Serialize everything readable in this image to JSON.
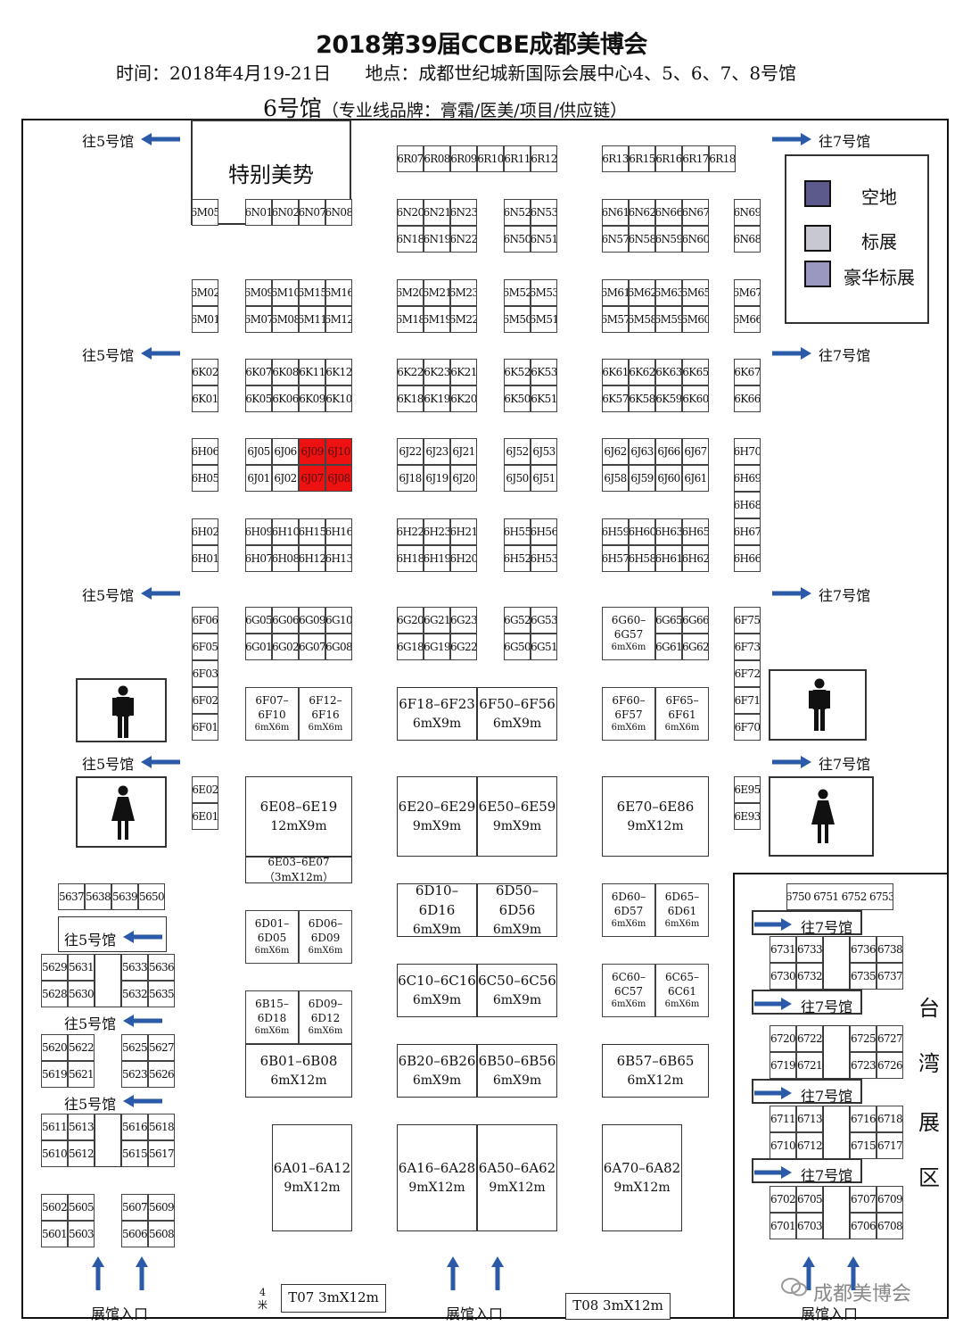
{
  "header": {
    "title": "2018第39届CCBE成都美博会",
    "time_label": "时间：2018年4月19-21日",
    "place_label": "地点：成都世纪城新国际会展中心4、5、6、7、8号馆",
    "hall": "6号馆",
    "hall_note": "（专业线品牌：膏霜/医美/项目/供应链）"
  },
  "directions": {
    "to5": "往5号馆",
    "to7": "往7号馆"
  },
  "special_area": "特别美势",
  "legend": {
    "empty": "空地",
    "standard": "标展",
    "deluxe": "豪华标展",
    "colors": {
      "empty": "#5c5a8c",
      "standard": "#c8c8d0",
      "deluxe": "#9a98c0",
      "reserved": "#ee1111"
    }
  },
  "taiwan_label": [
    "台",
    "湾",
    "展",
    "区"
  ],
  "entrance": "展馆入口",
  "corridor_width": [
    "4",
    "米"
  ],
  "watermark": "成都美博会",
  "icons": {
    "restroom_male": "male-restroom-icon",
    "restroom_female": "female-restroom-icon",
    "arrow": "arrow-icon",
    "wechat": "wechat-icon"
  },
  "grid": {
    "r1": [
      "6R07",
      "6R08",
      "6R09",
      "6R10",
      "6R11",
      "6R12",
      "6R13",
      "6R15",
      "6R16",
      "6R17",
      "6R18"
    ],
    "n_top": [
      "6M05",
      "6N01",
      "6N02",
      "6N07",
      "6N08",
      "6N20",
      "6N21",
      "6N23",
      "6N52",
      "6N53",
      "6N61",
      "6N62",
      "6N66",
      "6N67",
      "6N69"
    ],
    "n_bot": [
      "6N18",
      "6N19",
      "6N22",
      "6N50",
      "6N51",
      "6N57",
      "6N58",
      "6N59",
      "6N60",
      "6N68"
    ],
    "m_top": [
      "6M02",
      "6M09",
      "6M10",
      "6M15",
      "6M16",
      "6M20",
      "6M21",
      "6M23",
      "6M52",
      "6M53",
      "6M61",
      "6M62",
      "6M63",
      "6M65",
      "6M67"
    ],
    "m_bot": [
      "6M01",
      "6M07",
      "6M08",
      "6M11",
      "6M12",
      "6M18",
      "6M19",
      "6M22",
      "6M50",
      "6M51",
      "6M57",
      "6M58",
      "6M59",
      "6M60",
      "6M66"
    ],
    "k_top": [
      "6K02",
      "6K07",
      "6K08",
      "6K11",
      "6K12",
      "6K22",
      "6K23",
      "6K21",
      "6K52",
      "6K53",
      "6K61",
      "6K62",
      "6K63",
      "6K65",
      "6K67"
    ],
    "k_bot": [
      "6K01",
      "6K05",
      "6K06",
      "6K09",
      "6K10",
      "6K18",
      "6K19",
      "6K20",
      "6K50",
      "6K51",
      "6K57",
      "6K58",
      "6K59",
      "6K60",
      "6K66"
    ],
    "j_top": [
      "6H06",
      "6J05",
      "6J06",
      "6J09",
      "6J10",
      "6J22",
      "6J23",
      "6J21",
      "6J52",
      "6J53",
      "6J62",
      "6J63",
      "6J66",
      "6J67",
      "6H70"
    ],
    "j_bot": [
      "6H05",
      "6J01",
      "6J02",
      "6J07",
      "6J08",
      "6J18",
      "6J19",
      "6J20",
      "6J50",
      "6J51",
      "6J58",
      "6J59",
      "6J60",
      "6J61",
      "6H69"
    ],
    "h_extra": [
      "6H68"
    ],
    "h_top": [
      "6H02",
      "6H09",
      "6H10",
      "6H15",
      "6H16",
      "6H22",
      "6H23",
      "6H21",
      "6H55",
      "6H56",
      "6H59",
      "6H60",
      "6H63",
      "6H65",
      "6H67"
    ],
    "h_bot": [
      "6H01",
      "6H07",
      "6H08",
      "6H12",
      "6H13",
      "6H18",
      "6H19",
      "6H20",
      "6H52",
      "6H53",
      "6H57",
      "6H58",
      "6H61",
      "6H62",
      "6H66"
    ],
    "g_top": [
      "6F06",
      "6G05",
      "6G06",
      "6G09",
      "6G10",
      "6G20",
      "6G21",
      "6G23",
      "6G52",
      "6G53",
      "6G65",
      "6G66",
      "6F75"
    ],
    "g_bot": [
      "6F05",
      "6G01",
      "6G02",
      "6G07",
      "6G08",
      "6G18",
      "6G19",
      "6G22",
      "6G50",
      "6G51",
      "6G61",
      "6G62",
      "6F73"
    ],
    "f_col_left": [
      "6F03",
      "6F02",
      "6F01"
    ],
    "f_col_right": [
      "6F72",
      "6F71",
      "6F70"
    ],
    "e_left": [
      "6E02",
      "6E01"
    ],
    "e_right": [
      "6E95",
      "6E93"
    ]
  },
  "medium": {
    "g_mid": [
      "6G60–",
      "6G57",
      "6mX6m"
    ],
    "f1": [
      "6F07–",
      "6F10",
      "6mX6m"
    ],
    "f2": [
      "6F12–",
      "6F16",
      "6mX6m"
    ],
    "f3": [
      "6F60–",
      "6F57",
      "6mX6m"
    ],
    "f4": [
      "6F65–",
      "6F61",
      "6mX6m"
    ],
    "d1": [
      "6D01–",
      "6D05",
      "6mX6m"
    ],
    "d2": [
      "6D06–",
      "6D09",
      "6mX6m"
    ],
    "d3": [
      "6D60–",
      "6D57",
      "6mX6m"
    ],
    "d4": [
      "6D65–",
      "6D61",
      "6mX6m"
    ],
    "c3": [
      "6C60–",
      "6C57",
      "6mX6m"
    ],
    "c4": [
      "6C65–",
      "6C61",
      "6mX6m"
    ],
    "b1": [
      "6B15–",
      "6D18",
      "6mX6m"
    ],
    "b2": [
      "6D09–",
      "6D12",
      "6mX6m"
    ]
  },
  "large": {
    "f18": [
      "6F18–6F23",
      "6mX9m"
    ],
    "f50": [
      "6F50–6F56",
      "6mX9m"
    ],
    "e08": [
      "6E08–6E19",
      "12mX9m"
    ],
    "e03": "6E03–6E07（3mX12m）",
    "e20": [
      "6E20–6E29",
      "9mX9m"
    ],
    "e50": [
      "6E50–6E59",
      "9mX9m"
    ],
    "e70": [
      "6E70–6E86",
      "9mX12m"
    ],
    "d10": [
      "6D10–6D16",
      "6mX9m"
    ],
    "d50": [
      "6D50–6D56",
      "6mX9m"
    ],
    "c10": [
      "6C10–6C16",
      "6mX9m"
    ],
    "c50": [
      "6C50–6C56",
      "6mX9m"
    ],
    "b01": [
      "6B01–6B08",
      "6mX12m"
    ],
    "b20": [
      "6B20–6B26",
      "6mX9m"
    ],
    "b50": [
      "6B50–6B56",
      "6mX9m"
    ],
    "b57": [
      "6B57–6B65",
      "6mX12m"
    ],
    "a01": [
      "6A01–6A12",
      "9mX12m"
    ],
    "a16": [
      "6A16–6A28",
      "9mX12m"
    ],
    "a50": [
      "6A50–6A62",
      "9mX12m"
    ],
    "a70": [
      "6A70–6A82",
      "9mX12m"
    ],
    "t07": "T07  3mX12m",
    "t08": "T08  3mX12m"
  },
  "hall5": {
    "top": [
      "5637",
      "5638",
      "5639",
      "5650"
    ],
    "r1": [
      "5629",
      "5631",
      "5633",
      "5636"
    ],
    "r2": [
      "5628",
      "5630",
      "5632",
      "5635"
    ],
    "r3": [
      "5620",
      "5622",
      "5625",
      "5627"
    ],
    "r4": [
      "5619",
      "5621",
      "5623",
      "5626"
    ],
    "r5": [
      "5611",
      "5613",
      "5616",
      "5618"
    ],
    "r6": [
      "5610",
      "5612",
      "5615",
      "5617"
    ],
    "r7": [
      "5602",
      "5605",
      "5607",
      "5609"
    ],
    "r8": [
      "5601",
      "5603",
      "5606",
      "5608"
    ]
  },
  "hall7": {
    "top": "6750 6751 6752 6753",
    "r1": [
      "6731",
      "6733",
      "6736",
      "6738"
    ],
    "r2": [
      "6730",
      "6732",
      "6735",
      "6737"
    ],
    "r3": [
      "6720",
      "6722",
      "6725",
      "6727"
    ],
    "r4": [
      "6719",
      "6721",
      "6723",
      "6726"
    ],
    "r5": [
      "6711",
      "6713",
      "6716",
      "6718"
    ],
    "r6": [
      "6710",
      "6712",
      "6715",
      "6717"
    ],
    "r7": [
      "6702",
      "6705",
      "6707",
      "6709"
    ],
    "r8": [
      "6701",
      "6703",
      "6706",
      "6708"
    ]
  }
}
